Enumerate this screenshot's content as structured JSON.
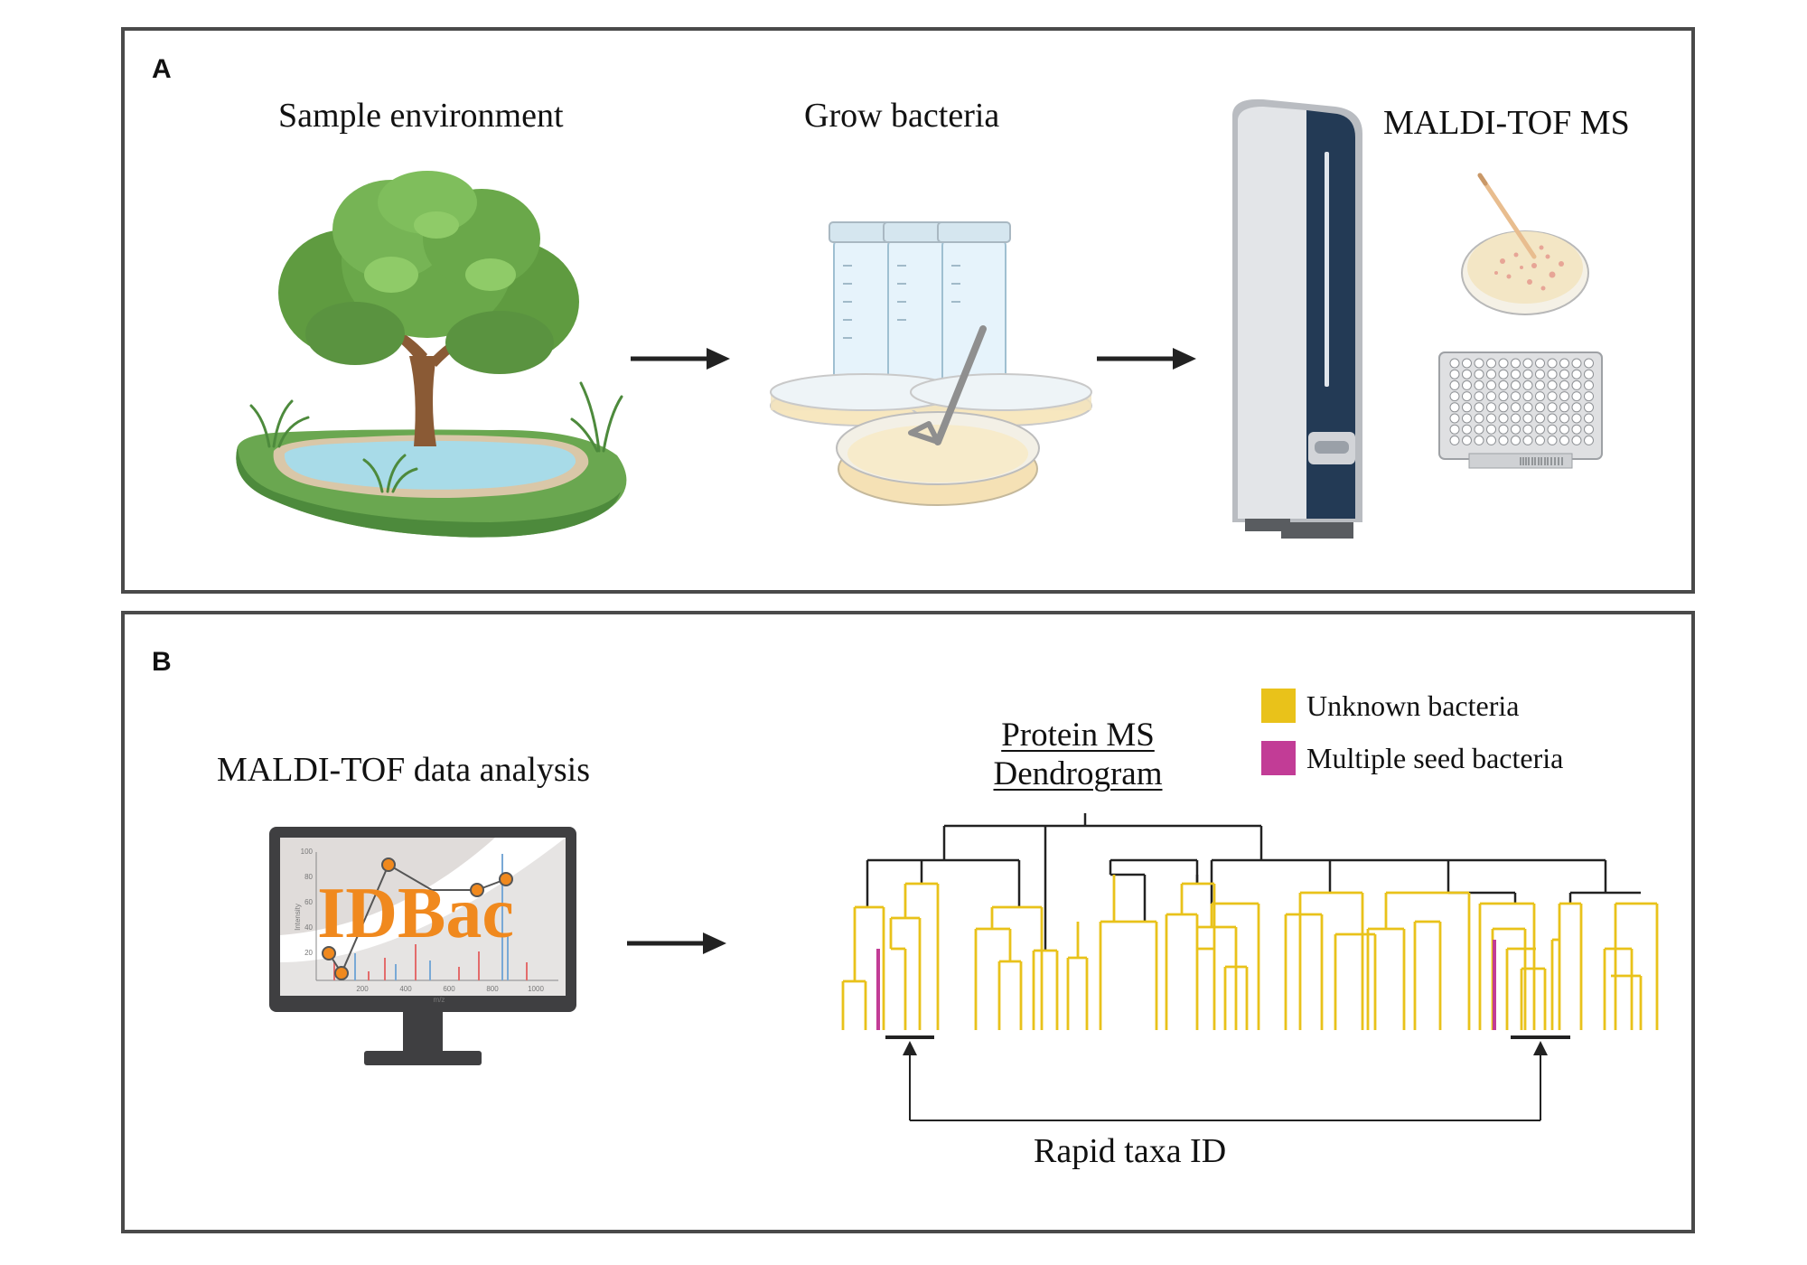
{
  "panel_a": {
    "letter": "A",
    "steps": [
      {
        "label": "Sample environment",
        "icon": "tree-pond-icon"
      },
      {
        "label": "Grow bacteria",
        "icon": "culture-tubes-petri-dishes-icon"
      },
      {
        "label": "MALDI-TOF MS",
        "icon": "mass-spectrometer-icon"
      }
    ]
  },
  "panel_b": {
    "letter": "B",
    "analysis_label": "MALDI-TOF data analysis",
    "software": {
      "logo_text": "IDBac",
      "y_axis_label": "Intensity",
      "x_axis_label": "m/z",
      "y_ticks": [
        "100",
        "80",
        "60",
        "40",
        "20"
      ],
      "x_ticks": [
        "200",
        "400",
        "600",
        "800",
        "1000"
      ]
    },
    "dendrogram_title_line1": "Protein MS",
    "dendrogram_title_line2": "Dendrogram",
    "legend": [
      {
        "label": "Unknown bacteria",
        "color": "#e9c21a"
      },
      {
        "label": "Multiple seed bacteria",
        "color": "#c23c96"
      }
    ],
    "annotation": "Rapid taxa ID"
  },
  "colors": {
    "border": "#4a4a4a",
    "arrow": "#222222",
    "dendrogram_root": "#222222",
    "unknown": "#e9c21a",
    "seed": "#c23c96",
    "idbac_orange": "#f0891e"
  }
}
